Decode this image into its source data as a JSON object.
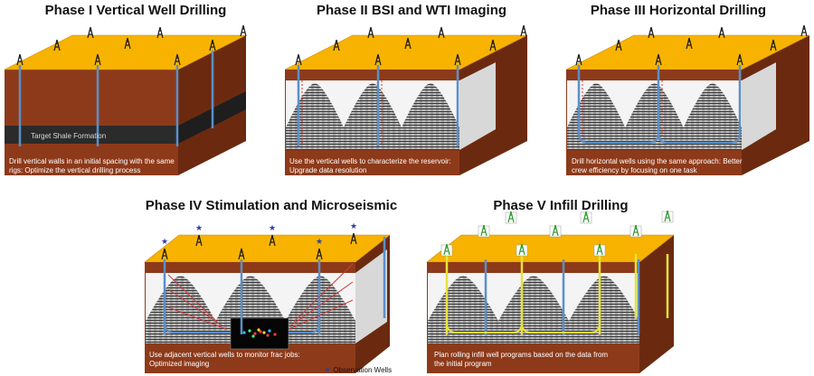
{
  "panels": [
    {
      "title": "Phase I Vertical Well Drilling",
      "caption": "Drill vertical walls in an initial spacing with the same rigs: Optimize the vertical drilling process",
      "formation_label": "Target Shale Formation"
    },
    {
      "title": "Phase II BSI and WTI Imaging",
      "caption": "Use the vertical wells to characterize the reservoir: Upgrade data resolution"
    },
    {
      "title": "Phase III Horizontal Drilling",
      "caption": "Drill horizontal wells using the same approach: Better crew efficiency by focusing on one task"
    },
    {
      "title": "Phase IV Stimulation and Microseismic",
      "caption": "Use adjacent vertical wells to monitor frac jobs: Optimized imaging"
    },
    {
      "title": "Phase V Infill Drilling",
      "caption": "Plan rolling infill well programs based on the data from the initial program"
    }
  ],
  "legend": {
    "label": "Observation Wells",
    "icon": "star-icon"
  },
  "colors": {
    "surface": "#f7b300",
    "earth": "#8d3a1a",
    "earth_dark": "#6b2a10",
    "shale": "#2b2b2b",
    "well": "#5b8fc9",
    "infill_well": "#e8e23a",
    "frac": "#d23a3a",
    "observation_star": "#2e3f9e"
  }
}
